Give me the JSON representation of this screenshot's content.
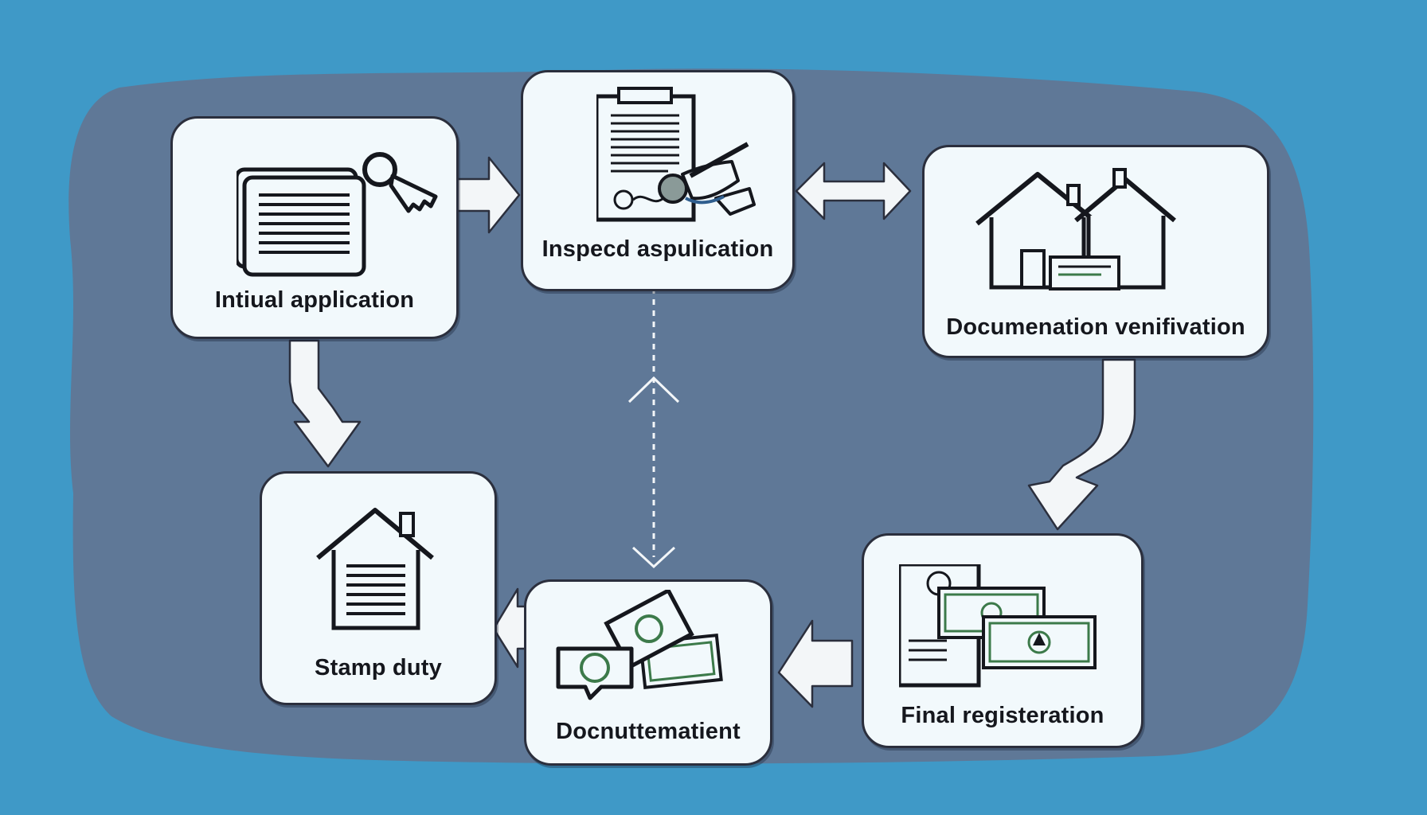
{
  "diagram": {
    "colors": {
      "background": "#3f99c7",
      "blob": "#5f7897",
      "node_fill": "#f2f9fc",
      "node_stroke": "#2b2f3d",
      "arrow_fill": "#f3f6f8",
      "money_green": "#3c7a4a"
    },
    "nodes": [
      {
        "id": "initial",
        "label": "Intiual application",
        "icon": "document-key-icon"
      },
      {
        "id": "inspect",
        "label": "Inspecd aspulication",
        "icon": "clipboard-sign-icon"
      },
      {
        "id": "verify",
        "label": "Documenation venifivation",
        "icon": "houses-card-icon"
      },
      {
        "id": "final",
        "label": "Final registeration",
        "icon": "certificate-banknotes-icon"
      },
      {
        "id": "document",
        "label": "Docnuttematient",
        "icon": "money-notes-icon"
      },
      {
        "id": "stamp",
        "label": "Stamp duty",
        "icon": "house-document-icon"
      }
    ],
    "edges": [
      {
        "from": "initial",
        "to": "inspect",
        "style": "solid"
      },
      {
        "from": "inspect",
        "to": "verify",
        "style": "solid-bidirectional"
      },
      {
        "from": "verify",
        "to": "final",
        "style": "solid"
      },
      {
        "from": "final",
        "to": "document",
        "style": "solid"
      },
      {
        "from": "document",
        "to": "stamp",
        "style": "solid"
      },
      {
        "from": "initial",
        "to": "stamp",
        "style": "solid"
      },
      {
        "from": "inspect",
        "to": "document",
        "style": "dashed-bidirectional"
      }
    ]
  }
}
